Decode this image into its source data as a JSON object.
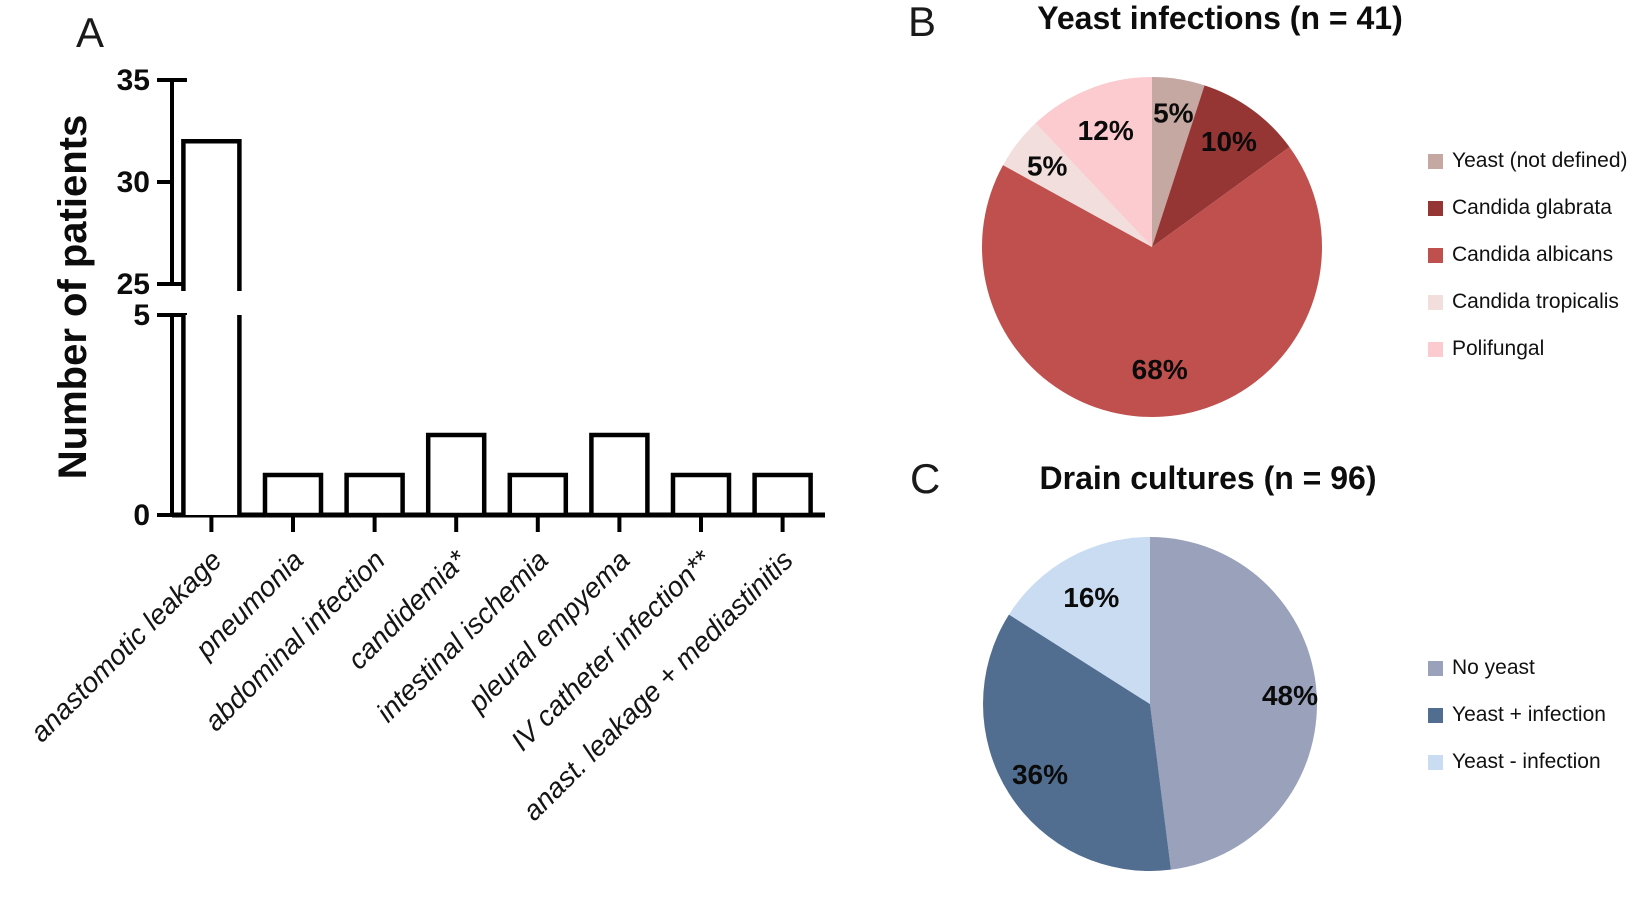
{
  "chart_data": [
    {
      "id": "A",
      "panel_label": "A",
      "type": "bar",
      "title": "",
      "ylabel": "Number of patients",
      "categories": [
        "anastomotic leakage",
        "pneumonia",
        "abdominal infection",
        "candidemia*",
        "intestinal ischemia",
        "pleural empyema",
        "IV catheter infection**",
        "anast. leakage + mediastinitis"
      ],
      "values": [
        32,
        1,
        1,
        2,
        1,
        2,
        1,
        1
      ],
      "y_axis": {
        "break": true,
        "lower_range": [
          0,
          5
        ],
        "upper_range": [
          25,
          35
        ],
        "upper_ticks": [
          "25",
          "30",
          "35"
        ],
        "lower_tick_top": "5",
        "lower_tick_bottom": "0"
      },
      "grid": "off",
      "bar_fill": "#ffffff",
      "bar_stroke": "#000000"
    },
    {
      "id": "B",
      "panel_label": "B",
      "type": "pie",
      "title": "Yeast infections (n = 41)",
      "n": 41,
      "start_angle_deg": 0,
      "direction": "clockwise",
      "legend_position": "right",
      "slices": [
        {
          "label": "Yeast (not defined)",
          "value_pct": 5,
          "data_label": "5%",
          "color": "#c6a8a3"
        },
        {
          "label": "Candida glabrata",
          "value_pct": 10,
          "data_label": "10%",
          "color": "#963634"
        },
        {
          "label": "Candida albicans",
          "value_pct": 68,
          "data_label": "68%",
          "color": "#c0504d"
        },
        {
          "label": "Candida tropicalis",
          "value_pct": 5,
          "data_label": "5%",
          "color": "#f1dedd"
        },
        {
          "label": "Polifungal",
          "value_pct": 12,
          "data_label": "12%",
          "color": "#fbcbcf"
        }
      ]
    },
    {
      "id": "C",
      "panel_label": "C",
      "type": "pie",
      "title": "Drain cultures (n = 96)",
      "n": 96,
      "start_angle_deg": 0,
      "direction": "clockwise",
      "legend_position": "right",
      "slices": [
        {
          "label": "No yeast",
          "value_pct": 48,
          "data_label": "48%",
          "color": "#99a1bb"
        },
        {
          "label": "Yeast + infection",
          "value_pct": 36,
          "data_label": "36%",
          "color": "#516e91"
        },
        {
          "label": "Yeast - infection",
          "value_pct": 16,
          "data_label": "16%",
          "color": "#c9dcf2"
        }
      ]
    }
  ]
}
